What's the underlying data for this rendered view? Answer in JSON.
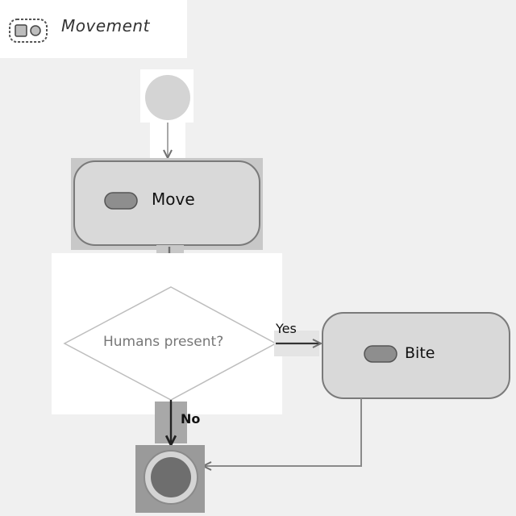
{
  "diagram": {
    "title": "Movement",
    "title_icon": "activity-diagram-icon",
    "nodes": {
      "move": {
        "label": "Move",
        "icon": "action-pill-icon"
      },
      "decision": {
        "label": "Humans present?"
      },
      "bite": {
        "label": "Bite",
        "icon": "action-pill-icon"
      }
    },
    "edges": {
      "yes": "Yes",
      "no": "No"
    },
    "colors": {
      "node_fill": "#d9d9d9",
      "node_stroke": "#7a7a7a",
      "arrow": "#707070",
      "initial_fill": "#d4d4d4",
      "final_fill": "#6e6e6e"
    }
  }
}
